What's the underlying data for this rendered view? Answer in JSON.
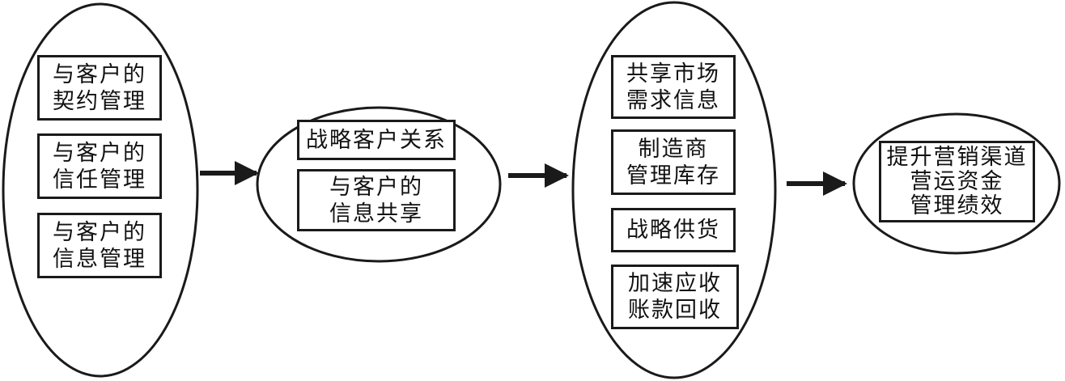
{
  "colors": {
    "stroke": "#1a1a1a",
    "background": "#ffffff",
    "text": "#111111"
  },
  "groups": [
    {
      "boxes": [
        {
          "lines": [
            "与客户的",
            "契约管理"
          ]
        },
        {
          "lines": [
            "与客户的",
            "信任管理"
          ]
        },
        {
          "lines": [
            "与客户的",
            "信息管理"
          ]
        }
      ]
    },
    {
      "boxes": [
        {
          "lines": [
            "战略客户关系"
          ]
        },
        {
          "lines": [
            "与客户的",
            "信息共享"
          ]
        }
      ]
    },
    {
      "boxes": [
        {
          "lines": [
            "共享市场",
            "需求信息"
          ]
        },
        {
          "lines": [
            "制造商",
            "管理库存"
          ]
        },
        {
          "lines": [
            "战略供货"
          ]
        },
        {
          "lines": [
            "加速应收",
            "账款回收"
          ]
        }
      ]
    },
    {
      "boxes": [
        {
          "lines": [
            "提升营销渠道",
            "营运资金",
            "管理绩效"
          ]
        }
      ]
    }
  ],
  "arrows": [
    {
      "from": 0,
      "to": 1,
      "icon": "arrow-right-icon"
    },
    {
      "from": 1,
      "to": 2,
      "icon": "arrow-right-icon"
    },
    {
      "from": 2,
      "to": 3,
      "icon": "arrow-right-icon"
    }
  ]
}
